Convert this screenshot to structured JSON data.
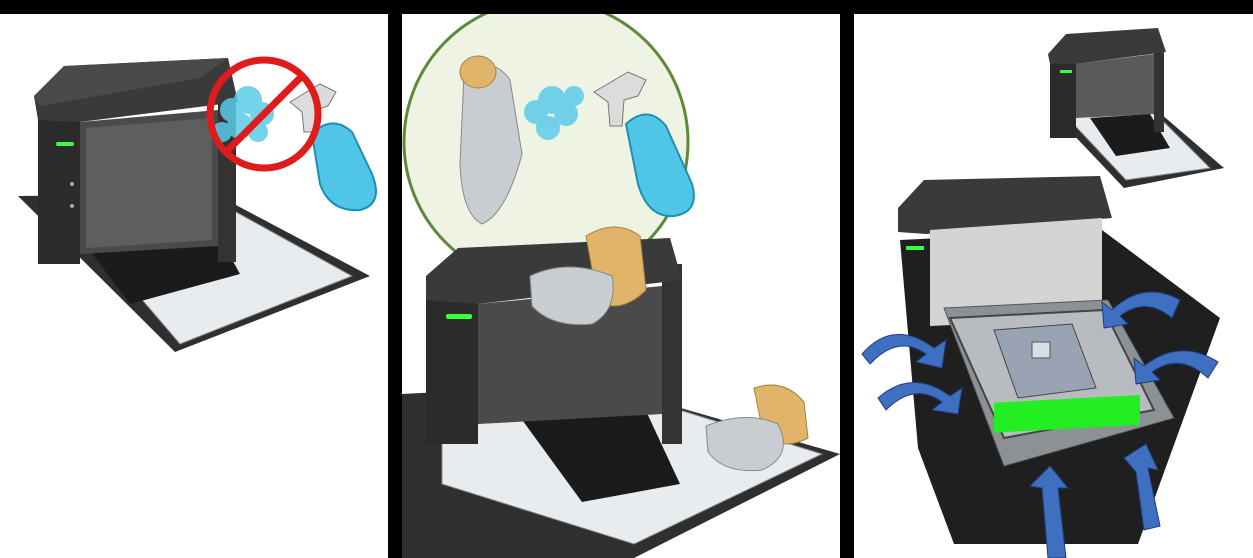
{
  "panels": [
    {
      "id": "no-spray-direct"
    },
    {
      "id": "spray-cloth-wipe"
    },
    {
      "id": "disassemble-clean"
    }
  ],
  "colors": {
    "scanner_dark": "#3a3a3a",
    "scanner_body": "#2b2b2b",
    "led_green": "#3cff3c",
    "spray_blue": "#4fc6e8",
    "prohibited_red": "#e01b1b",
    "approved_circle": "#5d8a3a",
    "approved_fill": "#eef3e4",
    "hand": "#e0b46a",
    "cloth": "#c9cdd2",
    "arrow_blue": "#3f6fc0",
    "green_window": "#22ee22"
  }
}
